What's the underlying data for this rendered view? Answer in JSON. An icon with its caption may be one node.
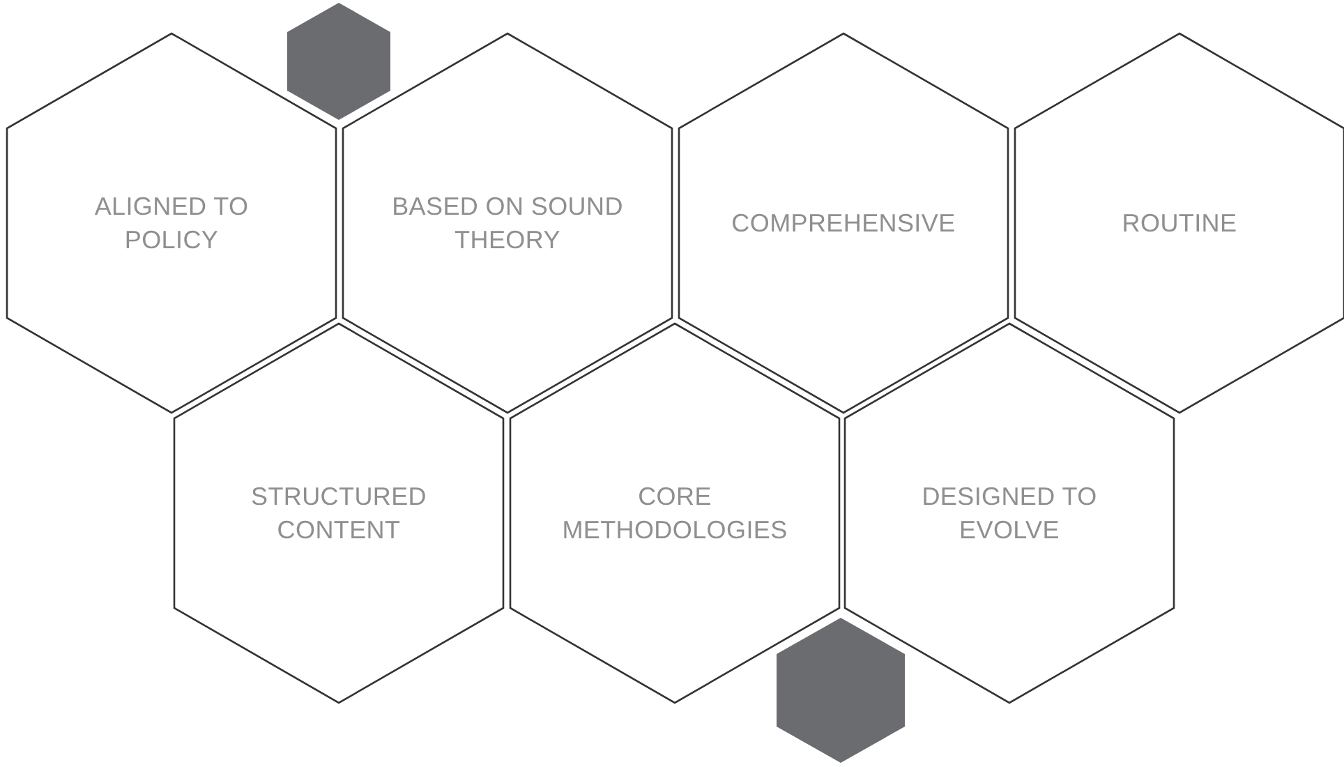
{
  "diagram": {
    "nodes": [
      {
        "text": [],
        "shape": "hexagon"
      },
      {
        "text": [
          "ALIGNED TO POLICY"
        ]
      },
      {
        "text": [
          "BASED ON SOUND THEORY"
        ]
      },
      {
        "text": [
          "COMPREHENSIVE"
        ]
      },
      {
        "text": [
          "ROUTINE"
        ]
      },
      {
        "text": [
          "STRUCTURED CONTENT"
        ]
      },
      {
        "text": [
          "CORE METHODOLOGIES"
        ]
      },
      {
        "text": [
          "DESIGNED TO EVOLVE"
        ]
      },
      {
        "text": [],
        "shape": "hexagon"
      }
    ]
  }
}
